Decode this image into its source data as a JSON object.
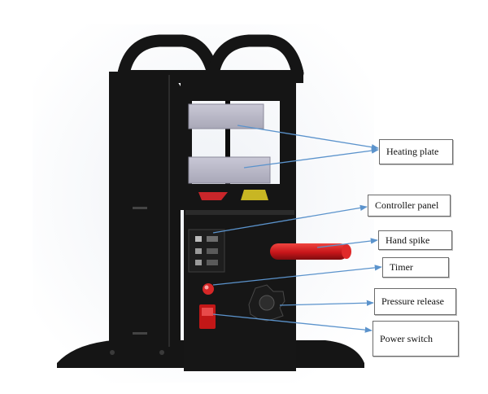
{
  "diagram": {
    "labels": {
      "heating_plate": "Heating plate",
      "controller_panel": "Controller panel",
      "hand_spike": "Hand spike",
      "timer": "Timer",
      "pressure_release": "Pressure release",
      "power_switch": "Power switch"
    },
    "colors": {
      "frame": "#151515",
      "plate": "#b8b7c6",
      "handle": "#d21c1c",
      "callout_line": "#5b93cc",
      "background": "#ffffff"
    }
  }
}
